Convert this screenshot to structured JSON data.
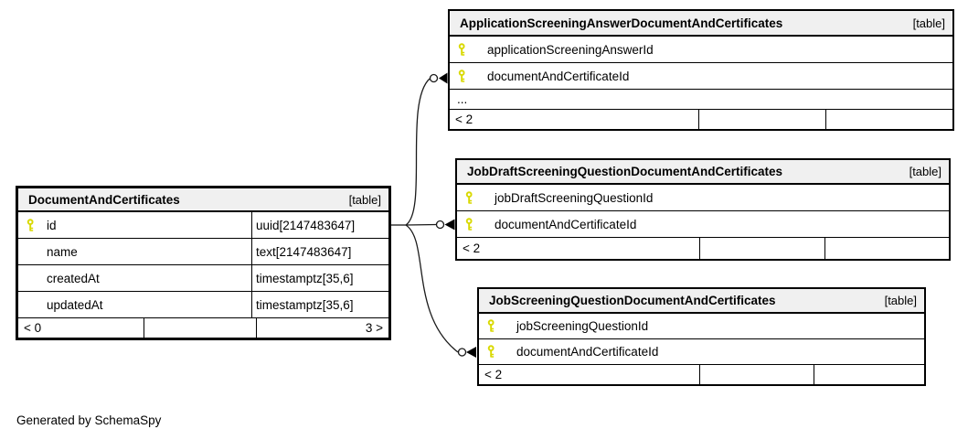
{
  "diagram": {
    "generated_by": "Generated by SchemaSpy",
    "colors": {
      "header_bg": "#f0f0f0",
      "border": "#000000",
      "key_icon": "#d9d900",
      "edge": "#1a1a1a",
      "background": "#ffffff"
    },
    "main_table": {
      "name": "DocumentAndCertificates",
      "tag": "[table]",
      "columns": [
        {
          "name": "id",
          "type": "uuid[2147483647]",
          "pk": true
        },
        {
          "name": "name",
          "type": "text[2147483647]",
          "pk": false
        },
        {
          "name": "createdAt",
          "type": "timestamptz[35,6]",
          "pk": false
        },
        {
          "name": "updatedAt",
          "type": "timestamptz[35,6]",
          "pk": false
        }
      ],
      "footer": {
        "children": "< 0",
        "parents": "3 >"
      }
    },
    "related_tables": [
      {
        "name": "ApplicationScreeningAnswerDocumentAndCertificates",
        "tag": "[table]",
        "columns": [
          {
            "name": "applicationScreeningAnswerId",
            "pk": true
          },
          {
            "name": "documentAndCertificateId",
            "pk": true
          }
        ],
        "ellipsis": "...",
        "footer": {
          "children": "< 2"
        }
      },
      {
        "name": "JobDraftScreeningQuestionDocumentAndCertificates",
        "tag": "[table]",
        "columns": [
          {
            "name": "jobDraftScreeningQuestionId",
            "pk": true
          },
          {
            "name": "documentAndCertificateId",
            "pk": true
          }
        ],
        "footer": {
          "children": "< 2"
        }
      },
      {
        "name": "JobScreeningQuestionDocumentAndCertificates",
        "tag": "[table]",
        "columns": [
          {
            "name": "jobScreeningQuestionId",
            "pk": true
          },
          {
            "name": "documentAndCertificateId",
            "pk": true
          }
        ],
        "footer": {
          "children": "< 2"
        }
      }
    ]
  }
}
